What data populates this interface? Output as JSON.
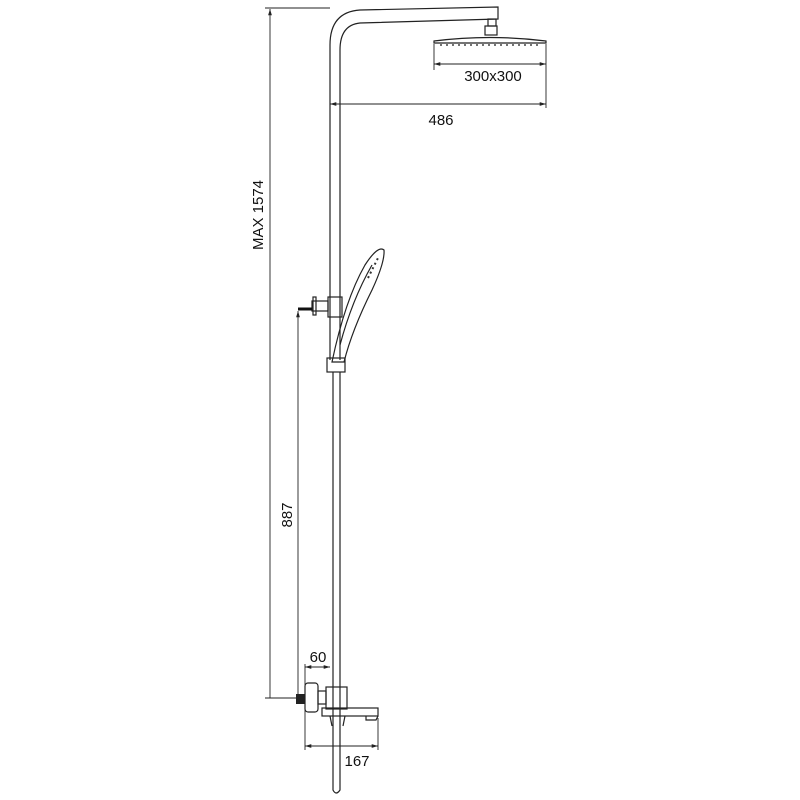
{
  "title": "Shower system dimension drawing",
  "dimensions": {
    "total_height": "MAX 1574",
    "outlet_height": "887",
    "arm_reach": "486",
    "head_size": "300x300",
    "valve_depth": "60",
    "spout_reach": "167"
  },
  "colors": {
    "line": "#222222",
    "background": "#ffffff"
  }
}
